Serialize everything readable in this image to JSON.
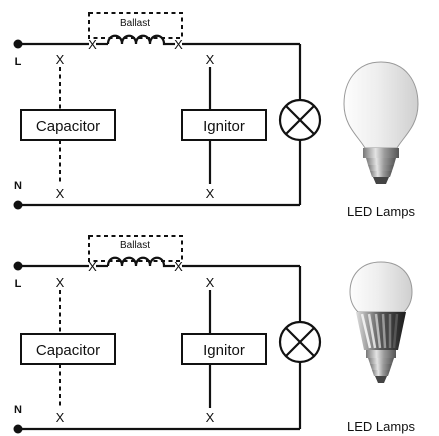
{
  "diagrams": [
    {
      "ballast_label": "Ballast",
      "capacitor_label": "Capacitor",
      "ignitor_label": "Ignitor",
      "line_label": "L",
      "neutral_label": "N",
      "cut_mark": "X",
      "lamp_caption": "LED Lamps",
      "lamp_icon": "led-bulb-smooth-icon"
    },
    {
      "ballast_label": "Ballast",
      "capacitor_label": "Capacitor",
      "ignitor_label": "Ignitor",
      "line_label": "L",
      "neutral_label": "N",
      "cut_mark": "X",
      "lamp_caption": "LED Lamps",
      "lamp_icon": "led-bulb-finned-icon"
    }
  ]
}
